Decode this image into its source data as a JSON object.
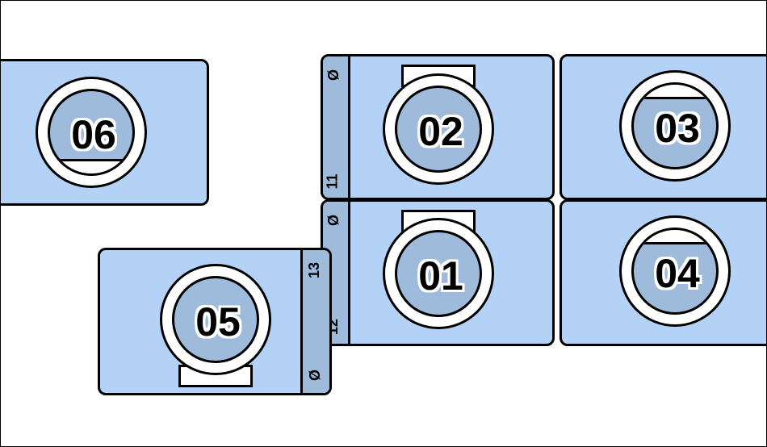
{
  "diagram": {
    "colors": {
      "card_fill": "#b4d2f5",
      "strip_fill": "#9fbbdc",
      "core_fill": "#9fbbdc",
      "outline": "#000000",
      "background": "#ffffff"
    },
    "units": [
      {
        "id": "06",
        "label": "06",
        "cut": "bottom"
      },
      {
        "id": "02",
        "label": "02",
        "tab": "top"
      },
      {
        "id": "03",
        "label": "03",
        "cut": "top"
      },
      {
        "id": "01",
        "label": "01",
        "tab": "top"
      },
      {
        "id": "04",
        "label": "04",
        "cut": "top"
      },
      {
        "id": "05",
        "label": "05",
        "tab": "bottom"
      }
    ],
    "strips": {
      "upper": {
        "top": "Ø",
        "bottom": "11"
      },
      "lower": {
        "top": "Ø",
        "bottom": "12"
      },
      "side": {
        "top": "13",
        "bottom": "Ø"
      }
    }
  }
}
